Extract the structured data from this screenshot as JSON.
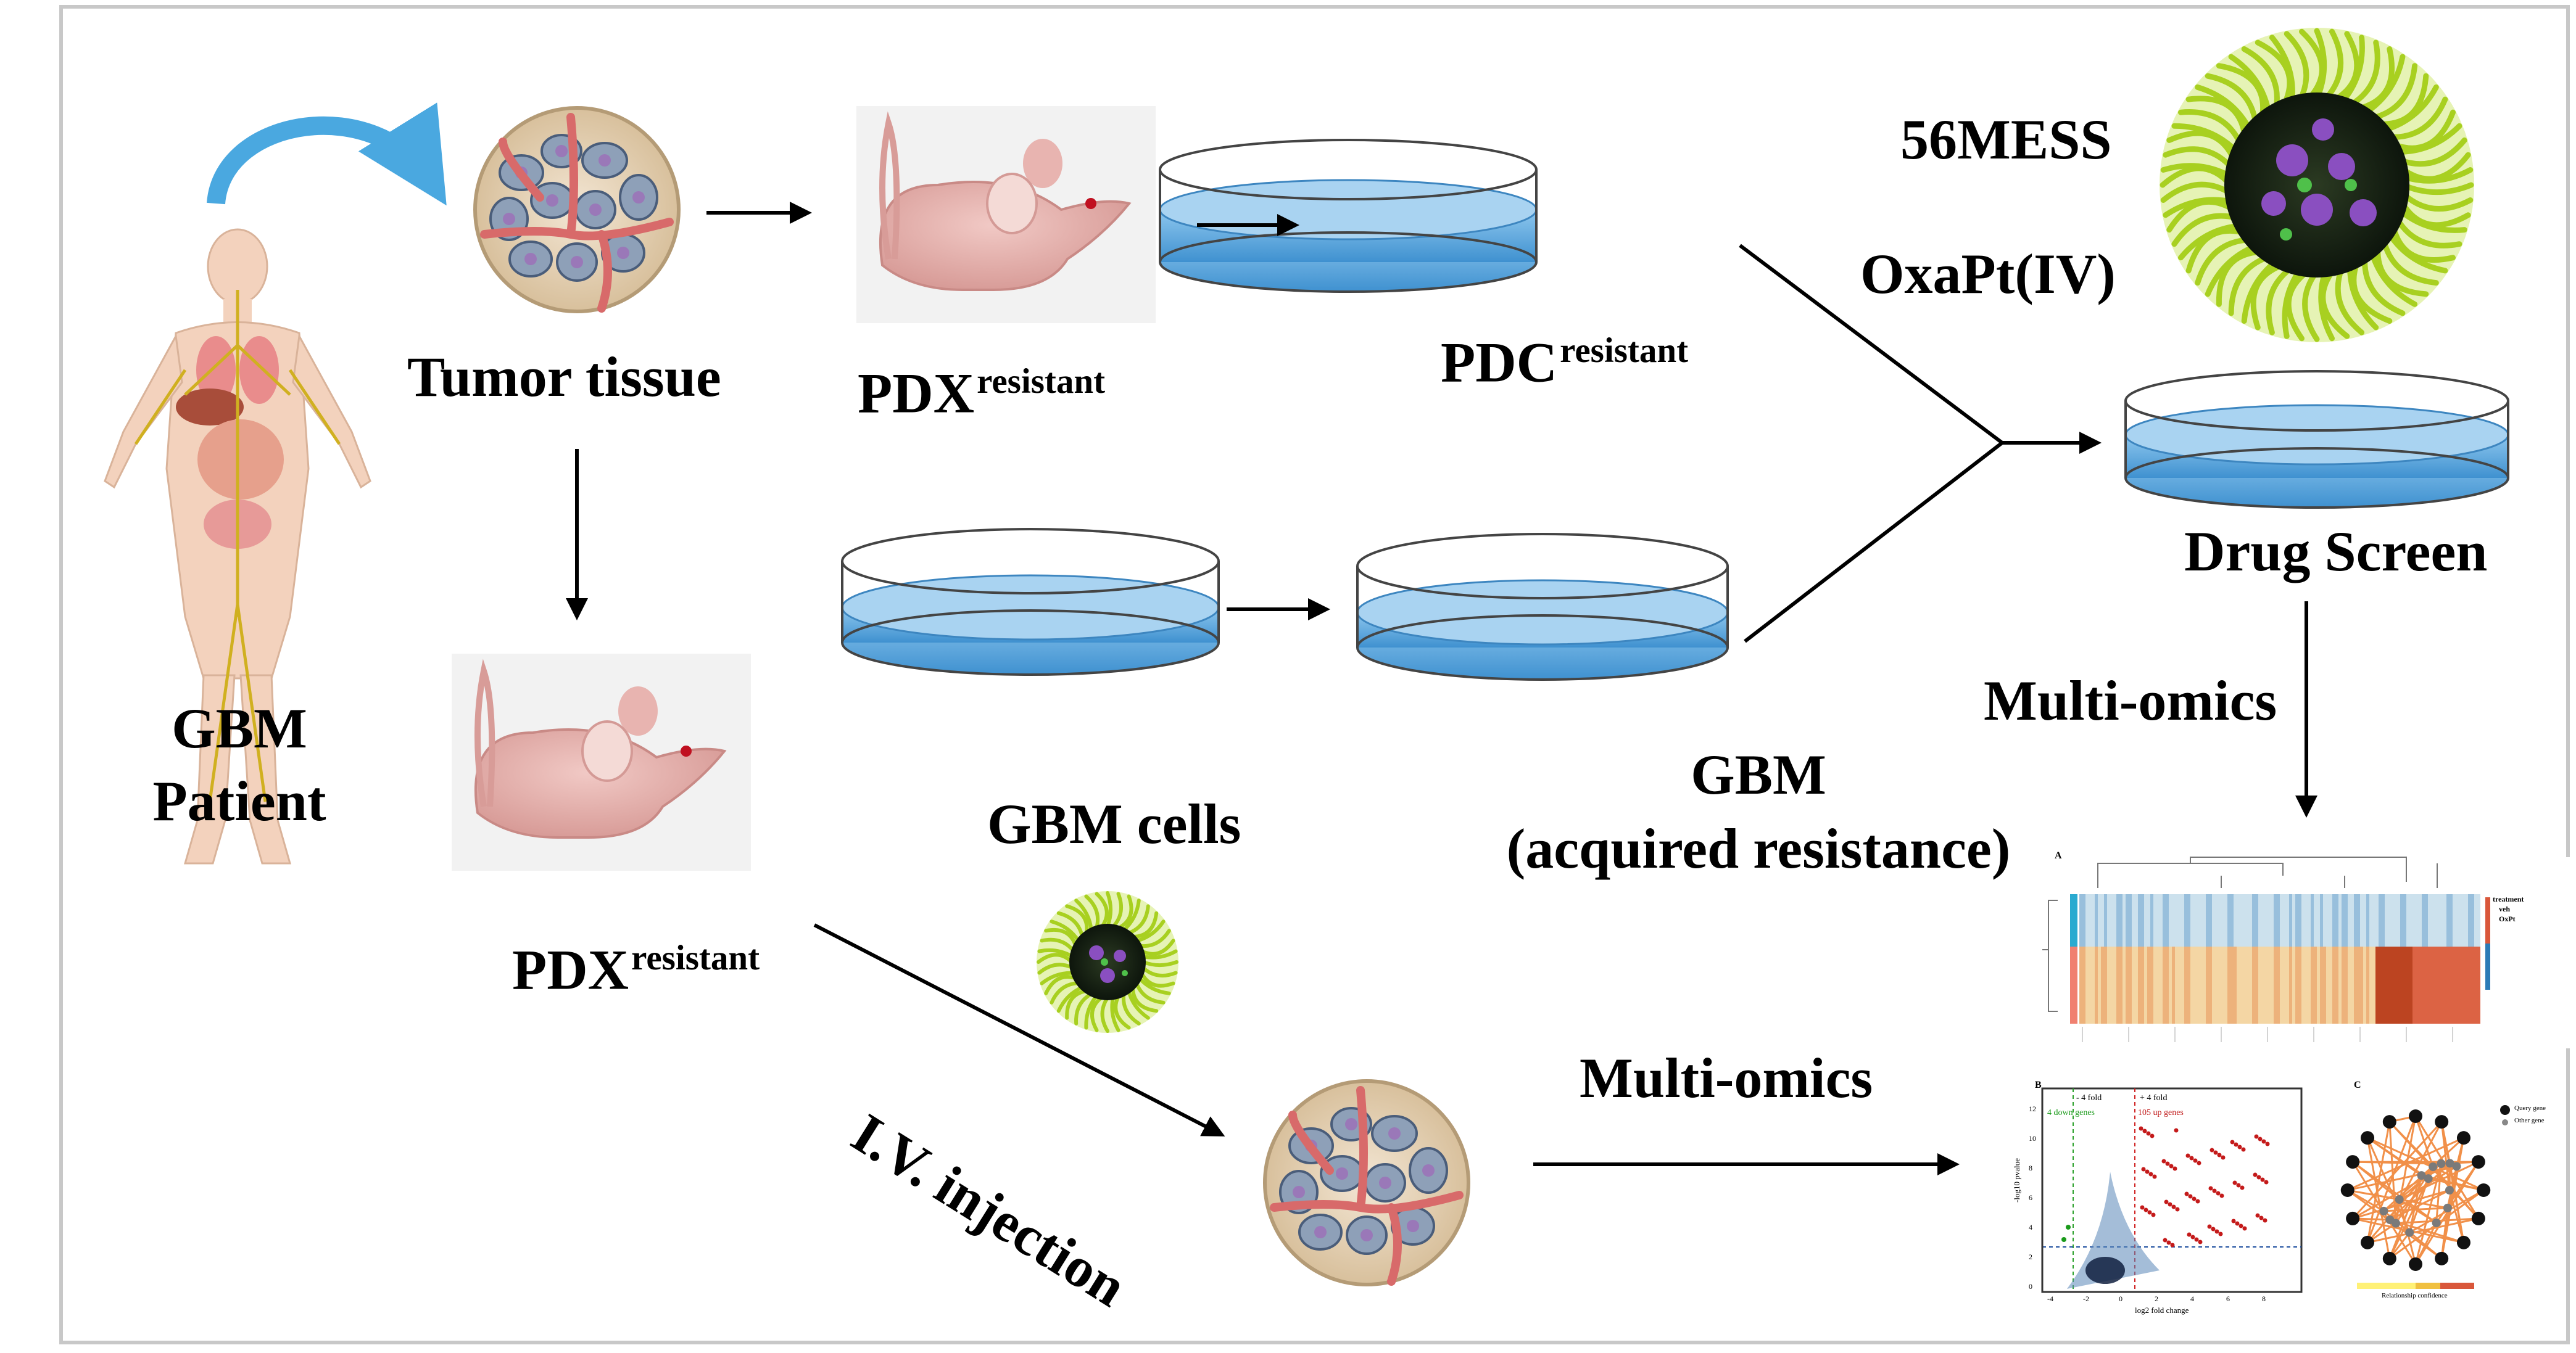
{
  "labels": {
    "tumor_tissue": "Tumor tissue",
    "pdx_top_base": "PDX",
    "pdx_top_sup": "resistant",
    "pdc_base": "PDC",
    "pdc_sup": "resistant",
    "compound_1": "56MESS",
    "compound_2": "OxaPt(IV)",
    "drug_screen": "Drug Screen",
    "multi_omics_right": "Multi-omics",
    "gbm_patient_line1": "GBM",
    "gbm_patient_line2": "Patient",
    "gbm_cells": "GBM cells",
    "gbm_acquired_line1": "GBM",
    "gbm_acquired_line2": "(acquired resistance)",
    "pdx_bottom_base": "PDX",
    "pdx_bottom_sup": "resistant",
    "iv_injection": "I.V. injection",
    "multi_omics_bottom": "Multi-omics"
  },
  "volcano": {
    "down_label": "- 4 fold",
    "up_label": "+ 4 fold",
    "down_genes": "4 down genes",
    "up_genes": "105 up genes",
    "xlabel": "log2 fold change",
    "ylabel": "-log10 pvalue",
    "x_ticks": [
      "-4",
      "-2",
      "0",
      "2",
      "4",
      "6",
      "8"
    ],
    "y_ticks": [
      "0",
      "2",
      "4",
      "6",
      "8",
      "10",
      "12"
    ],
    "panel_letter": "B"
  },
  "heatmap": {
    "panel_letter": "A",
    "legend_title": "treatment",
    "legend_items": [
      "veh",
      "OxPt"
    ]
  },
  "network": {
    "panel_letter": "C",
    "legend_items": [
      "Query gene",
      "Other gene"
    ],
    "colorbar_label": "Relationship confidence"
  },
  "colors": {
    "arrow": "#000000",
    "curved_arrow": "#4aa8e0",
    "dish_liquid": "#5aa6dc",
    "heatmap_high": "#d9573a",
    "heatmap_low": "#2c7bb6",
    "network_edge": "#ef7d2a",
    "nanoparticle_spikes": "#a8d020"
  }
}
